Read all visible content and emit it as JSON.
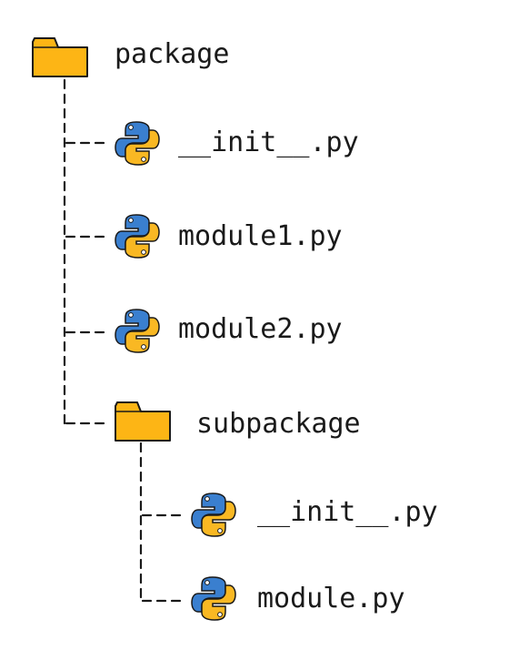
{
  "tree": {
    "root": {
      "name": "package",
      "icon": "folder-icon"
    },
    "children": [
      {
        "name": "__init__.py",
        "icon": "python-icon"
      },
      {
        "name": "module1.py",
        "icon": "python-icon"
      },
      {
        "name": "module2.py",
        "icon": "python-icon"
      },
      {
        "name": "subpackage",
        "icon": "folder-icon",
        "children": [
          {
            "name": "__init__.py",
            "icon": "python-icon"
          },
          {
            "name": "module.py",
            "icon": "python-icon"
          }
        ]
      }
    ]
  },
  "colors": {
    "folder": "#FDB515",
    "python_blue": "#3A7FCF",
    "python_yellow": "#F9B823",
    "outline": "#1a1a1a"
  }
}
